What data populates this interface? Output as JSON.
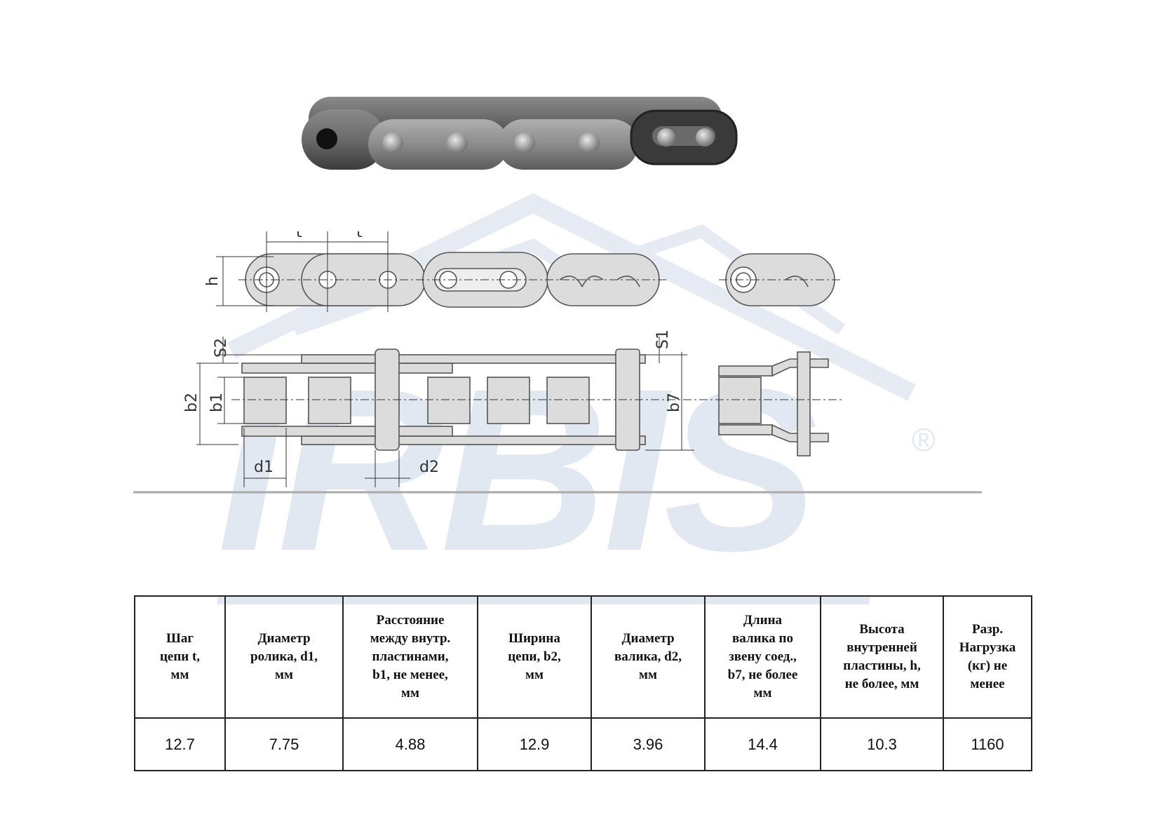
{
  "watermark": {
    "text": "IRBIS",
    "registered": "®"
  },
  "drawing": {
    "labels": {
      "t1": "t",
      "t2": "t",
      "h": "h",
      "s2": "S2",
      "s1": "S1",
      "b2": "b2",
      "b1": "b1",
      "b7": "b7",
      "d1": "d1",
      "d2": "d2"
    }
  },
  "table": {
    "headers": [
      "Шаг\nцепи t,\nмм",
      "Диаметр\nролика, d1,\nмм",
      "Расстояние\nмежду внутр.\nпластинами,\nb1, не менее,\nмм",
      "Ширина\nцепи, b2,\nмм",
      "Диаметр\nвалика, d2,\nмм",
      "Длина\nвалика по\nзвену соед.,\nb7, не более\nмм",
      "Высота\nвнутренней\nпластины, h,\nне более, мм",
      "Разр.\nНагрузка\n(кг) не\nменее"
    ],
    "values": [
      "12.7",
      "7.75",
      "4.88",
      "12.9",
      "3.96",
      "14.4",
      "10.3",
      "1160"
    ]
  },
  "colors": {
    "part_fill": "#dcdcdc",
    "line": "#555555",
    "watermark": "#e2e8f1",
    "chain_dark": "#4a4a4a"
  }
}
